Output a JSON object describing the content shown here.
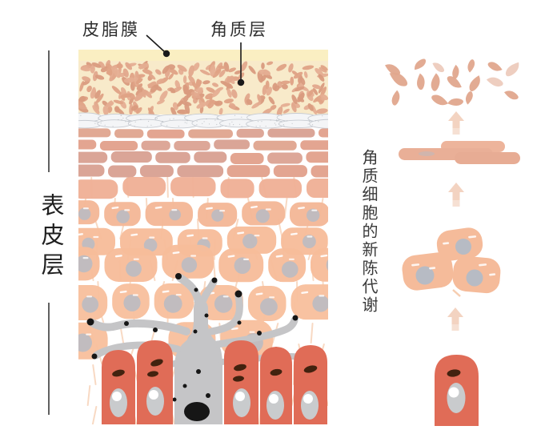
{
  "figure": {
    "type": "skin-anatomy-diagram",
    "labels": {
      "sebum_film": "皮脂膜",
      "stratum_corneum": "角质层",
      "epidermis": "表皮层",
      "keratinocyte_metabolism": "角质细胞的新陈代谢"
    },
    "right_sequence_stages": [
      "basal-cell",
      "spinous-cell-cluster",
      "flattened-corneocytes",
      "shed-flakes"
    ],
    "arrow_count": 3
  },
  "colors": {
    "background": "#FFFFFF",
    "sebum_band": "#FAEFC2",
    "corneum_bg": "#F8EACA",
    "corneum_flakes": [
      "#DFA285",
      "#E5AE92",
      "#D99B7E",
      "#E2A88C"
    ],
    "lucidum_bg": "#FBFBFC",
    "lucidum_cell_fill": "#F4F5F7",
    "lucidum_cell_stroke": "#C7CBD1",
    "granular_cells": [
      "#E2A28D",
      "#DCA495",
      "#E0A691",
      "#D9A294"
    ],
    "spinous_rows": [
      "#EFB096",
      "#F4B797",
      "#F7BC9A",
      "#F8BF9D"
    ],
    "nucleus_gray": "#B7BBC4",
    "cell_highlight": "#FFFFFF",
    "mesh_line": "#F6CDB0",
    "basal_red": "#E06C57",
    "basal_nucleolus_dark": "#42220F",
    "basal_oval_gray": "#C9CBCD",
    "melanocyte_gray": "#C5C5C7",
    "melanin_black": "#161616",
    "arrow": "#F3D3C1",
    "shed_flake": "#E0A68D",
    "flat_cells": [
      "#E9AF97",
      "#EDB49B",
      "#E7AC94"
    ],
    "cluster_cell": "#F5BB9A",
    "leader_line": "#1A1A1A",
    "bracket_line": "#2B2B2B",
    "text_dark": "#2F2F2F"
  }
}
